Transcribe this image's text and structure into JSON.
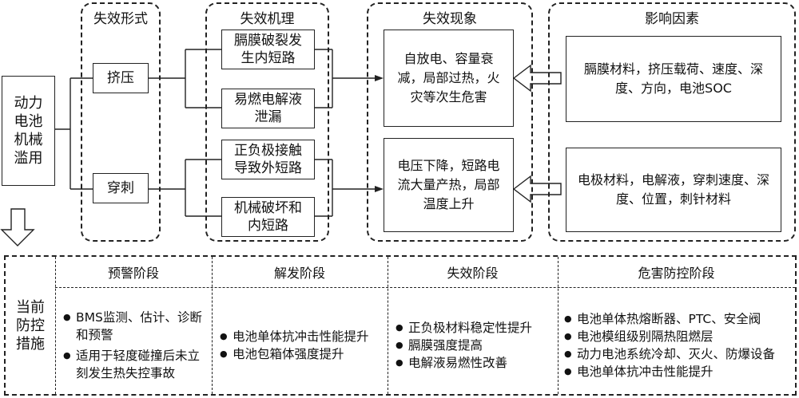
{
  "start": {
    "label": "动力电池机械滥用"
  },
  "columns": {
    "failure_form": {
      "title": "失效形式",
      "items": [
        "挤压",
        "穿刺"
      ]
    },
    "failure_mechanism": {
      "title": "失效机理",
      "items": [
        "膈膜破裂发生内短路",
        "易燃电解液泄漏",
        "正负极接触导致外短路",
        "机械破坏和内短路"
      ]
    },
    "failure_phenomenon": {
      "title": "失效现象",
      "items": [
        "自放电、容量衰减，局部过热，火灾等次生危害",
        "电压下降，短路电流大量产热，局部温度上升"
      ]
    },
    "factors": {
      "title": "影响因素",
      "items": [
        "膈膜材料，挤压载荷、速度、深度、方向，电池SOC",
        "电极材料，电解液，穿刺速度、深度、位置，刺针材料"
      ]
    }
  },
  "measures": {
    "label": "当前防控措施",
    "phases": [
      {
        "title": "预警阶段",
        "items": [
          "BMS监测、估计、诊断和预警",
          "适用于轻度碰撞后未立刻发生热失控事故"
        ]
      },
      {
        "title": "解发阶段",
        "items": [
          "电池单体抗冲击性能提升",
          "电池包箱体强度提升"
        ]
      },
      {
        "title": "失效阶段",
        "items": [
          "正负极材料稳定性提升",
          "膈膜强度提高",
          "电解液易燃性改善"
        ]
      },
      {
        "title": "危害防控阶段",
        "items": [
          "电池单体热熔断器、PTC、安全阀",
          "电池模组级别隔热阻燃层",
          "动力电池系统冷却、灭火、防爆设备",
          "电池单体抗冲击性能提升"
        ]
      }
    ]
  }
}
